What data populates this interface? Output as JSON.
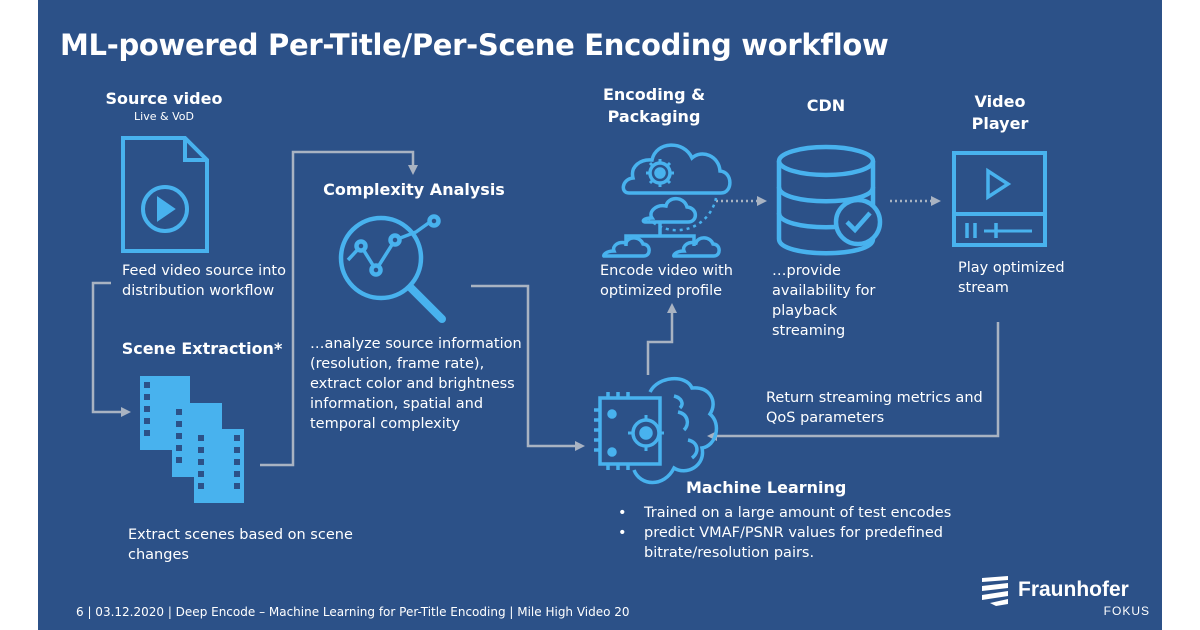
{
  "slide": {
    "title": "ML-powered Per-Title/Per-Scene Encoding workflow",
    "footer": "6 | 03.12.2020 | Deep Encode – Machine Learning for Per-Title Encoding | Mile High Video 20",
    "logo": {
      "name": "Fraunhofer",
      "sub": "FOKUS"
    }
  },
  "source": {
    "title": "Source video",
    "subtitle": "Live & VoD",
    "desc": [
      "Feed video source into",
      "distribution workflow"
    ]
  },
  "scene": {
    "title": "Scene Extraction*",
    "desc": [
      "Extract scenes based on scene",
      "changes"
    ]
  },
  "complexity": {
    "title": "Complexity Analysis",
    "desc": [
      "…analyze source information",
      "(resolution, frame rate),",
      "extract color and brightness",
      "information, spatial and",
      "temporal complexity"
    ]
  },
  "encoding": {
    "title": [
      "Encoding &",
      "Packaging"
    ],
    "desc": [
      "Encode video with",
      "optimized profile"
    ]
  },
  "cdn": {
    "title": "CDN",
    "desc": [
      "…provide",
      "availability for",
      "playback",
      "streaming"
    ]
  },
  "player": {
    "title": [
      "Video",
      "Player"
    ],
    "desc": [
      "Play optimized",
      "stream"
    ]
  },
  "feedback": {
    "desc": [
      "Return streaming metrics and",
      "QoS parameters"
    ]
  },
  "ml": {
    "title": "Machine Learning",
    "bullet": "•",
    "bullets": [
      "Trained on a large amount of test encodes",
      "predict VMAF/PSNR values for predefined",
      "bitrate/resolution pairs."
    ]
  },
  "colors": {
    "background": "#2c5188",
    "icon": "#48b2ee",
    "arrow": "#a9b3c2",
    "text": "#ffffff"
  },
  "icons": [
    "video-file-icon",
    "film-strips-icon",
    "magnifier-chart-icon",
    "cloud-gear-icon",
    "database-check-icon",
    "video-player-icon",
    "brain-chip-icon",
    "fraunhofer-logo-icon"
  ]
}
